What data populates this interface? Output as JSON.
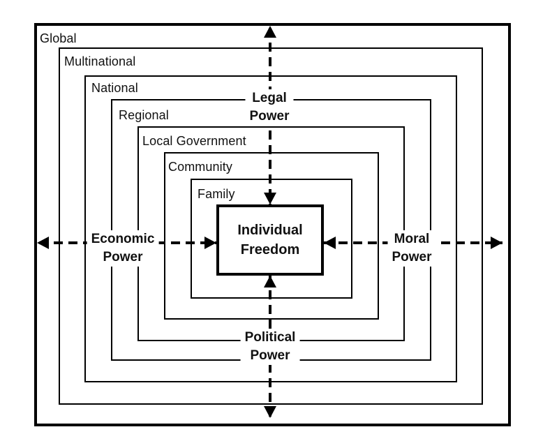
{
  "diagram": {
    "rings": [
      {
        "label": "Global"
      },
      {
        "label": "Multinational"
      },
      {
        "label": "National"
      },
      {
        "label": "Regional"
      },
      {
        "label": "Local Government"
      },
      {
        "label": "Community"
      },
      {
        "label": "Family"
      }
    ],
    "center_box": {
      "line1": "Individual",
      "line2": "Freedom"
    },
    "power_axes": {
      "top": {
        "line1": "Legal",
        "line2": "Power"
      },
      "bottom": {
        "line1": "Political",
        "line2": "Power"
      },
      "left": {
        "line1": "Economic",
        "line2": "Power"
      },
      "right": {
        "line1": "Moral",
        "line2": "Power"
      }
    },
    "colors": {
      "line": "#000000",
      "text": "#111111",
      "background": "#ffffff"
    }
  }
}
